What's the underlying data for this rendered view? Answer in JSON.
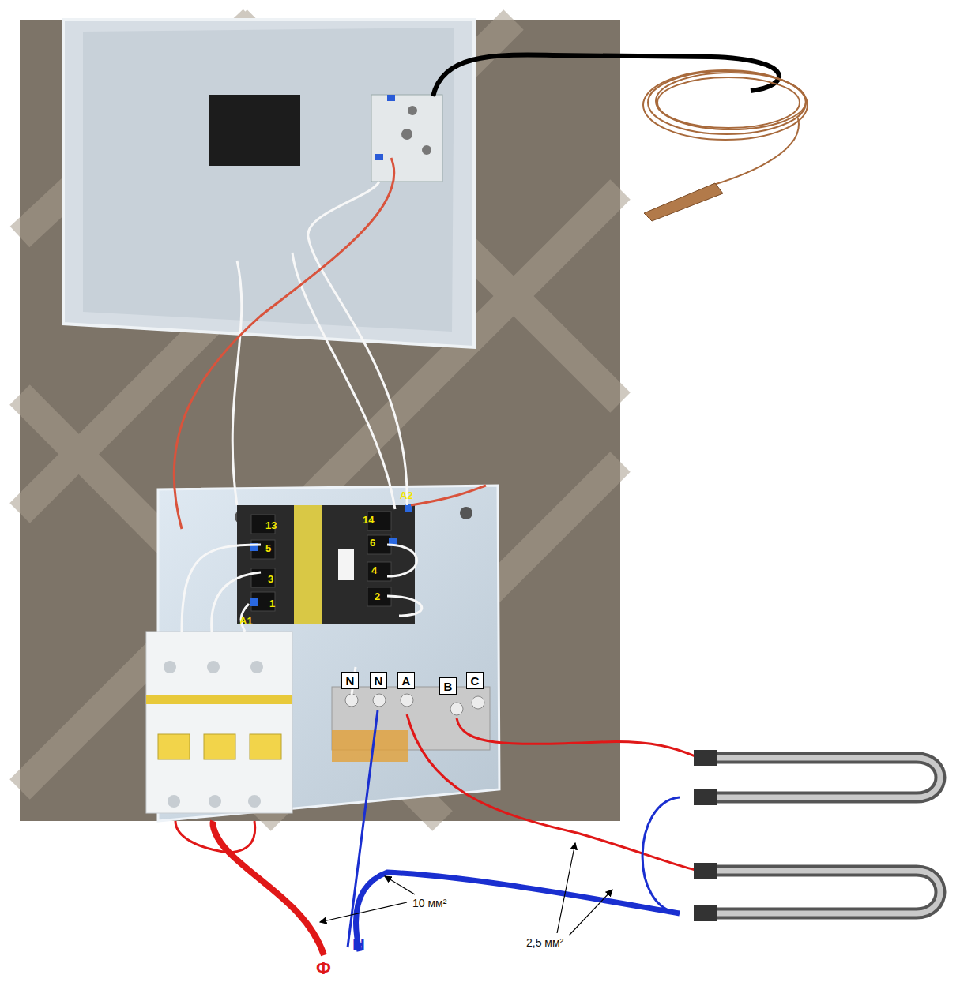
{
  "diagram": {
    "nodes": [
      {
        "text": [
          "N"
        ]
      },
      {
        "text": [
          "N"
        ]
      },
      {
        "text": [
          "A"
        ]
      },
      {
        "text": [
          "B"
        ]
      },
      {
        "text": [
          "C"
        ]
      }
    ],
    "labels": [
      "13",
      "14",
      "5",
      "6",
      "3",
      "4",
      "1",
      "2",
      "A1",
      "A2",
      "Ф",
      "Н",
      "10 мм²",
      "2,5 мм²"
    ]
  }
}
